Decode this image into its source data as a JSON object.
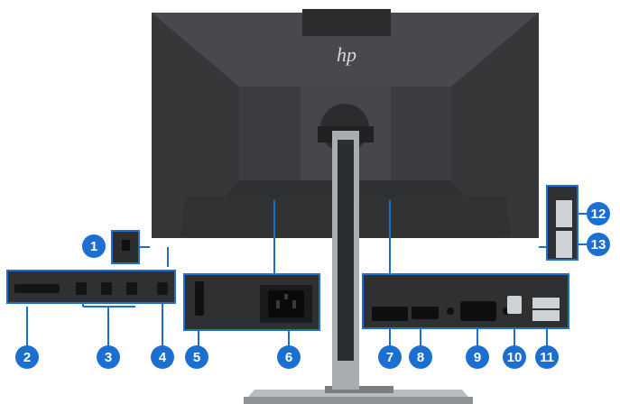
{
  "brand_logo": "hp",
  "accent_color": "#1a6fd1",
  "callouts": [
    {
      "label": "1",
      "part": "camera-lock-slot"
    },
    {
      "label": "2",
      "part": "osd-menu-button"
    },
    {
      "label": "3",
      "part": "function-buttons"
    },
    {
      "label": "4",
      "part": "power-button"
    },
    {
      "label": "5",
      "part": "security-cable-slot"
    },
    {
      "label": "6",
      "part": "ac-power-connector"
    },
    {
      "label": "7",
      "part": "displayport-in"
    },
    {
      "label": "8",
      "part": "hdmi-port"
    },
    {
      "label": "9",
      "part": "vga-port"
    },
    {
      "label": "10",
      "part": "usb-type-b-upstream"
    },
    {
      "label": "11",
      "part": "usb-type-a-downstream"
    },
    {
      "label": "12",
      "part": "usb-type-a-side-1"
    },
    {
      "label": "13",
      "part": "usb-type-a-side-2"
    }
  ]
}
